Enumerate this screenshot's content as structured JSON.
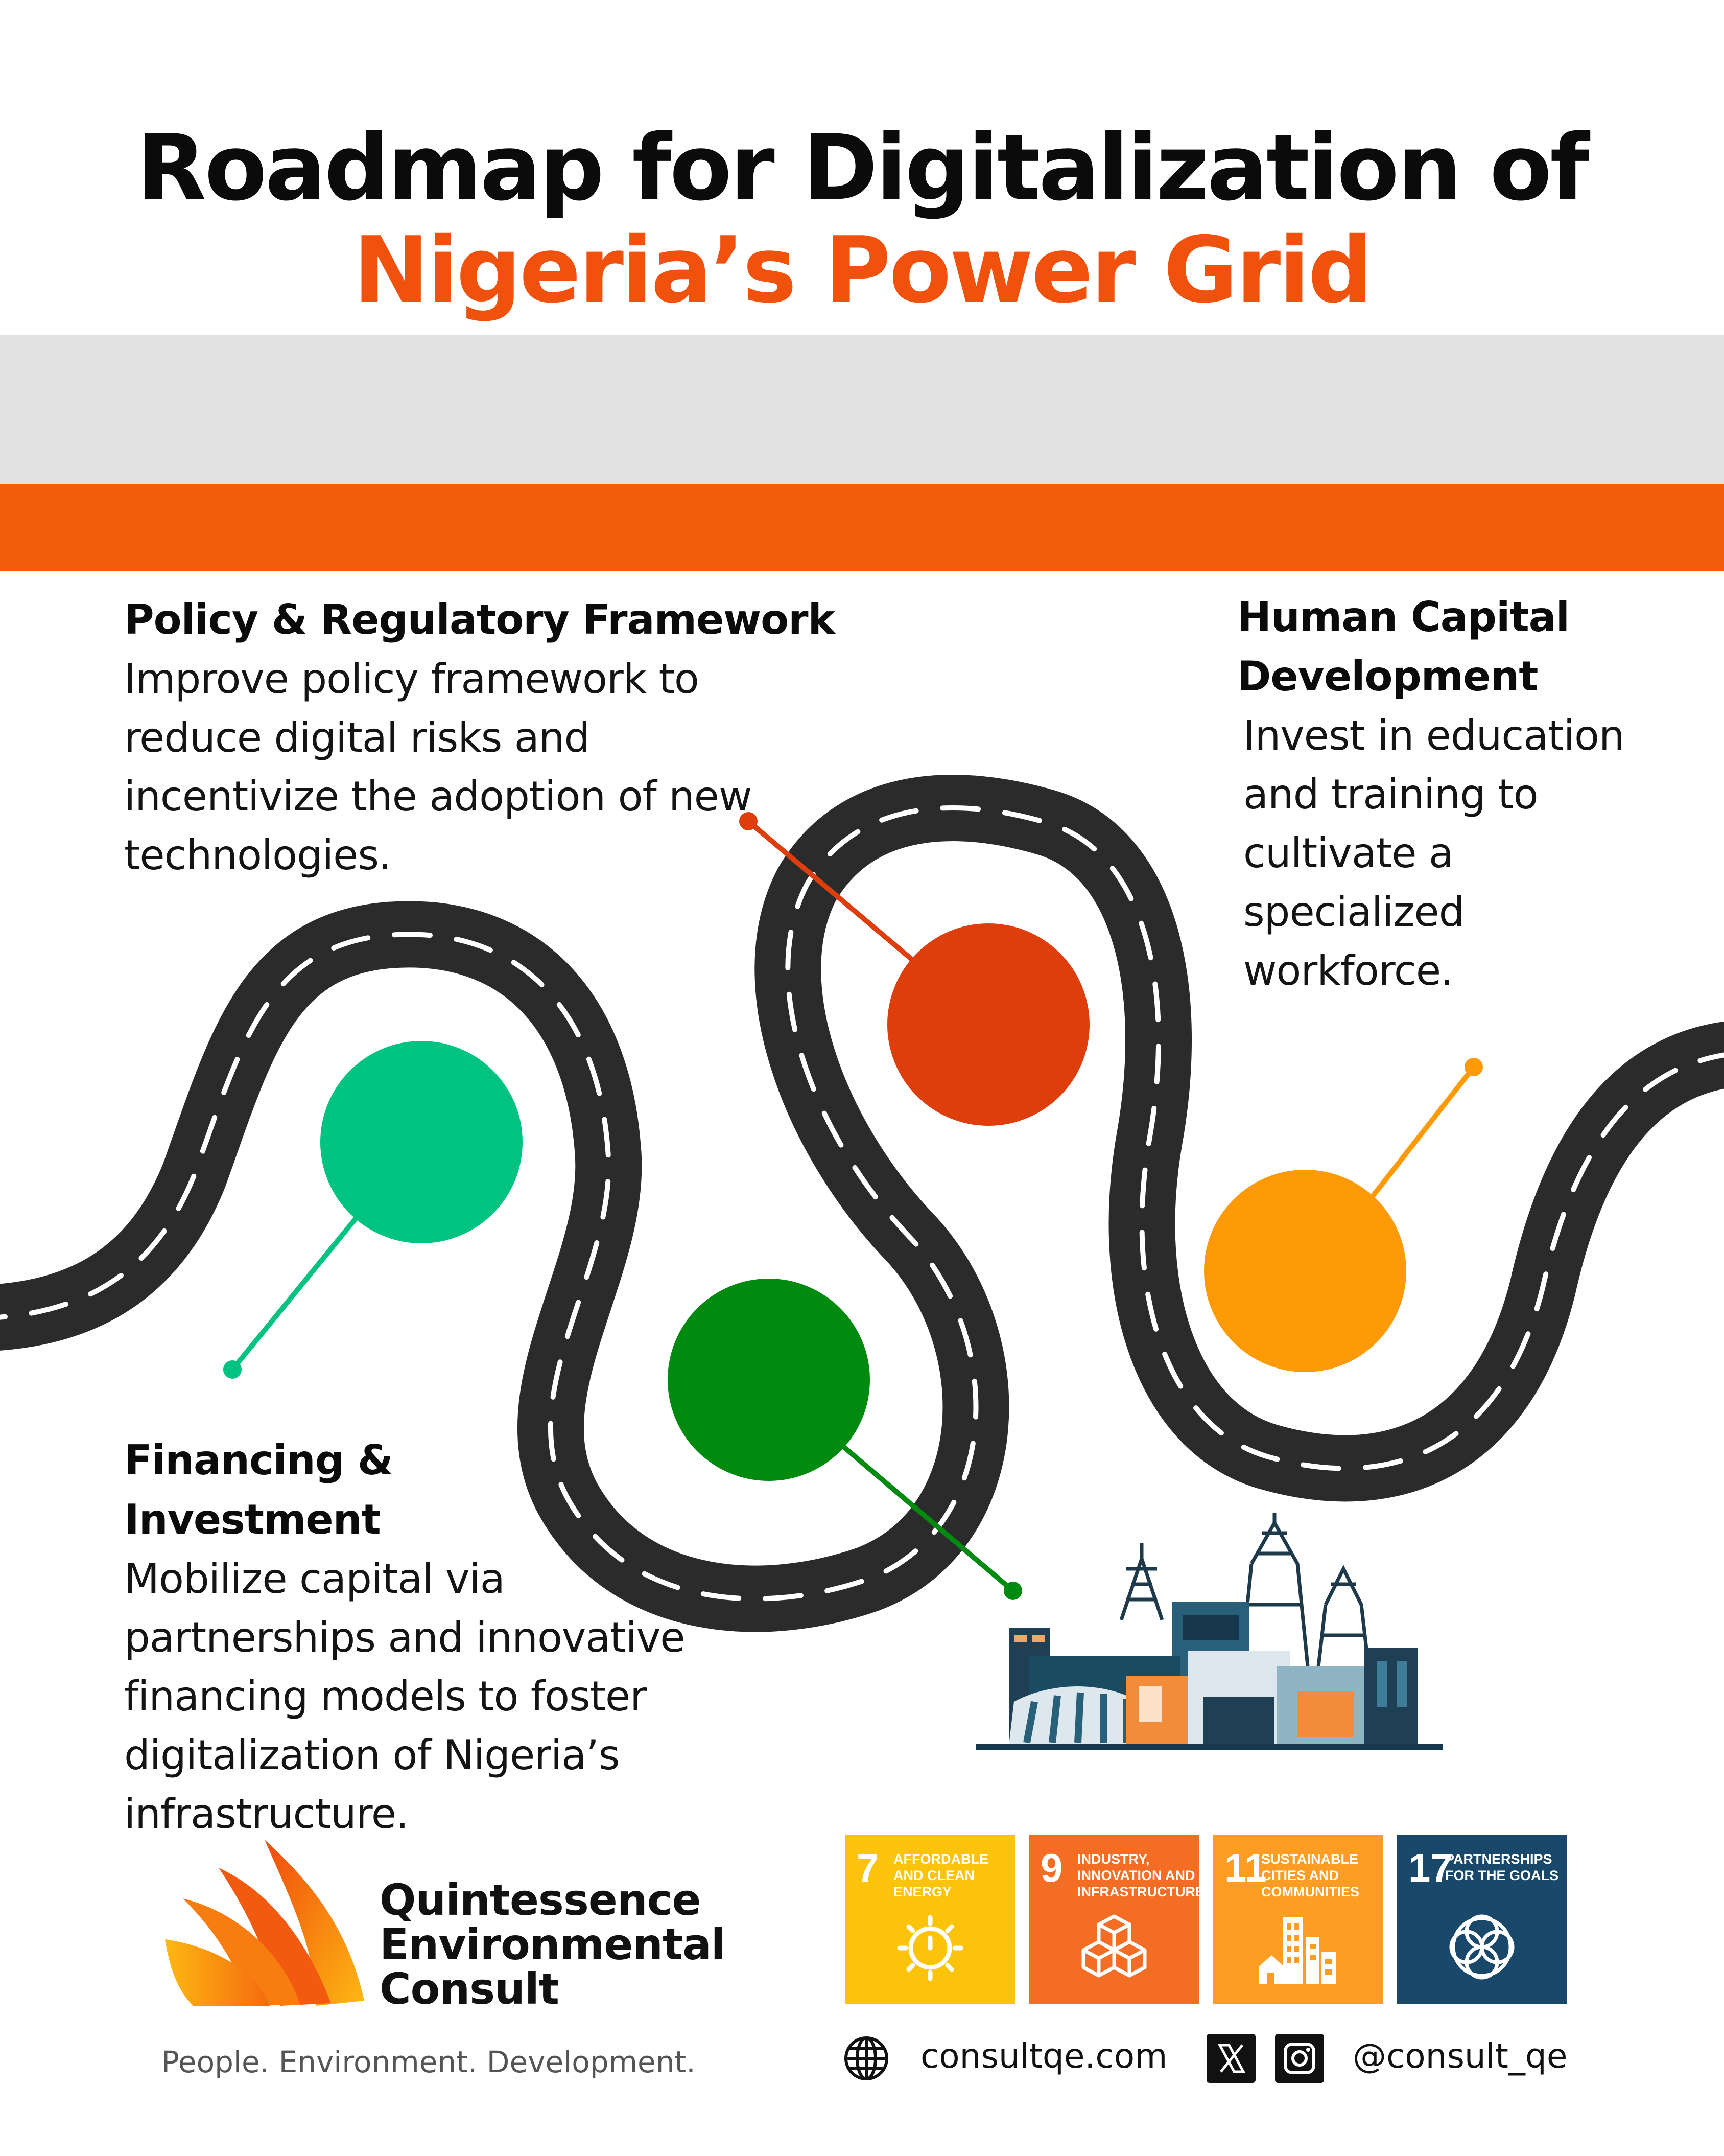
{
  "title": {
    "line1": "Roadmap for Digitalization of",
    "line2": "Nigeria’s Power Grid"
  },
  "colors": {
    "title_accent": "#f0520e",
    "band_gray": "#e1e1e1",
    "band_orange": "#f25d0a",
    "road": "#2b2b2b",
    "marker_policy": "#00c281",
    "marker_financing": "#008a0f",
    "marker_tech": "#de3d0c",
    "marker_human": "#fd9a05"
  },
  "sections": {
    "policy": {
      "heading": "Policy & Regulatory Framework",
      "body": [
        "Improve policy framework to",
        "reduce digital risks and",
        "incentivize the adoption of new",
        "technologies."
      ]
    },
    "human": {
      "heading": [
        "Human Capital",
        "Development"
      ],
      "body": [
        "Invest in education",
        "and training to",
        "cultivate a",
        "specialized",
        "workforce."
      ]
    },
    "financing": {
      "heading": [
        "Financing &",
        "Investment"
      ],
      "body": [
        "Mobilize capital via",
        "partnerships and innovative",
        "financing models to foster",
        "digitalization of Nigeria’s",
        "infrastructure."
      ]
    }
  },
  "brand": {
    "name": [
      "Quintessence",
      "Environmental",
      "Consult"
    ],
    "tagline": "People. Environment. Development."
  },
  "sdgs": [
    {
      "number": "7",
      "label": "Affordable and clean energy",
      "color": "#fcc30b",
      "icon": "sun-power-icon"
    },
    {
      "number": "9",
      "label": "Industry, innovation and infrastructure",
      "color": "#f36d25",
      "icon": "cubes-icon"
    },
    {
      "number": "11",
      "label": "Sustainable cities and communities",
      "color": "#fd9d24",
      "icon": "city-icon"
    },
    {
      "number": "17",
      "label": "Partnerships for the goals",
      "color": "#19486a",
      "icon": "rings-icon"
    }
  ],
  "contact": {
    "website": "consultqe.com",
    "handle": "@consult_qe"
  }
}
